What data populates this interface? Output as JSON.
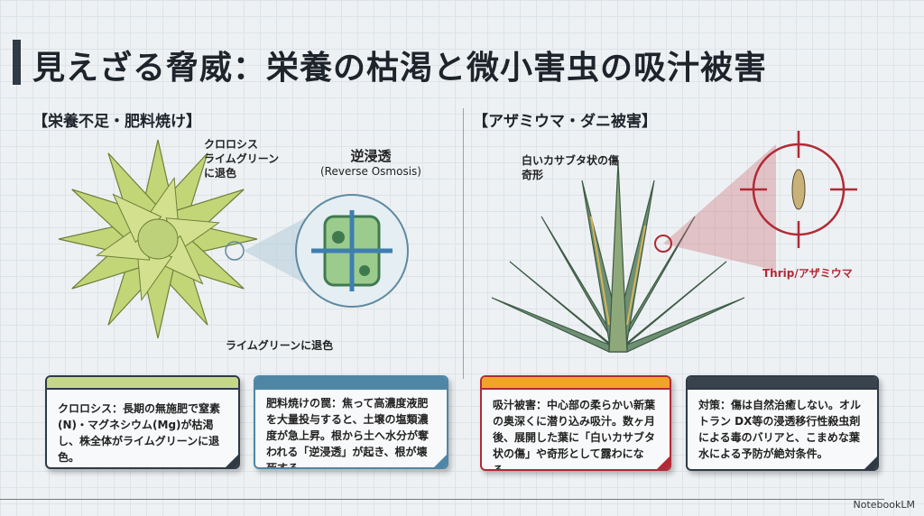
{
  "title": "見えざる脅威：栄養の枯渇と微小害虫の吸汁被害",
  "left": {
    "heading": "【栄養不足・肥料焼け】",
    "label_top": [
      "クロロシス",
      "ライムグリーン",
      "に退色"
    ],
    "label_bottom": "ライムグリーンに退色",
    "osmosis_title": "逆浸透",
    "osmosis_subtitle": "(Reverse Osmosis)",
    "cards": [
      {
        "text": "クロロシス：長期の無施肥で窒素(N)・マグネシウム(Mg)が枯渇し、株全体がライムグリーンに退色。",
        "color": "#c5d88a"
      },
      {
        "text": "肥料焼けの罠：焦って高濃度液肥を大量投与すると、土壌の塩類濃度が急上昇。根から土へ水分が奪われる「逆浸透」が起き、根が壊死する。",
        "color": "#4f86a6"
      }
    ]
  },
  "right": {
    "heading": "【アザミウマ・ダニ被害】",
    "label_scar": [
      "白いカサブタ状の傷",
      "奇形"
    ],
    "label_pest": "Thrip/アザミウマ",
    "cards": [
      {
        "text": "吸汁被害：中心部の柔らかい新葉の奥深くに潜り込み吸汁。数ヶ月後、展開した葉に「白いカサブタ状の傷」や奇形として露わになる。",
        "color": "#f0a428",
        "border": "#b02a35"
      },
      {
        "text": "対策：傷は自然治癒しない。オルトラン DX等の浸透移行性殺虫剤による毒のバリアと、こまめな葉水による予防が絶対条件。",
        "color": "#39434d",
        "border": "#2f3a44"
      }
    ]
  },
  "brand": "NotebookLM",
  "colors": {
    "accent_red": "#b02a35",
    "dark": "#2f3a44"
  }
}
